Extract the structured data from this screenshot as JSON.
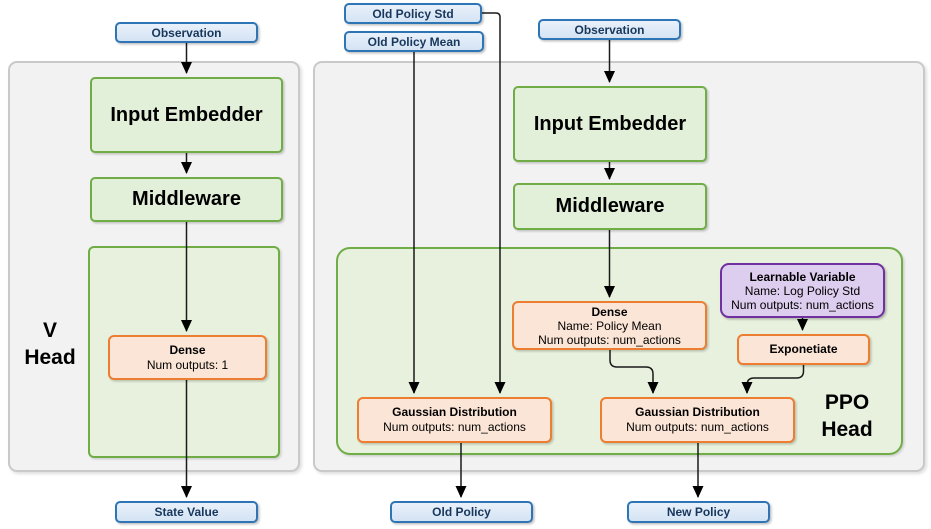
{
  "palette": {
    "io_border": "#2E75B6",
    "io_fill": "#DEEAF6",
    "io_text": "#17375D",
    "stage_border": "#70AD47",
    "stage_fill": "#E2EFD9",
    "op_border": "#ED7D31",
    "op_fill": "#FBE5D6",
    "variable_border": "#7030A0",
    "variable_fill": "#DDCDEE",
    "panel_fill": "#F2F2F2",
    "panel_border": "#C9C9C9",
    "arrow": "#000000"
  },
  "v_network": {
    "head_label": "V\nHead",
    "inputs": {
      "observation": "Observation"
    },
    "blocks": {
      "input_embedder": "Input Embedder",
      "middleware": "Middleware"
    },
    "dense": {
      "title": "Dense",
      "num_outputs": "Num outputs: 1"
    },
    "outputs": {
      "state_value": "State Value"
    }
  },
  "ppo_network": {
    "head_label": "PPO\nHead",
    "inputs": {
      "old_policy_std": "Old Policy Std",
      "old_policy_mean": "Old Policy Mean",
      "observation": "Observation"
    },
    "blocks": {
      "input_embedder": "Input Embedder",
      "middleware": "Middleware"
    },
    "dense": {
      "title": "Dense",
      "name": "Name: Policy Mean",
      "num_outputs": "Num outputs: num_actions"
    },
    "learnable_variable": {
      "title": "Learnable Variable",
      "name": "Name: Log Policy Std",
      "num_outputs": "Num outputs: num_actions"
    },
    "exponetiate": {
      "title": "Exponetiate"
    },
    "gaussian_old": {
      "title": "Gaussian Distribution",
      "num_outputs": "Num outputs: num_actions"
    },
    "gaussian_new": {
      "title": "Gaussian Distribution",
      "num_outputs": "Num outputs: num_actions"
    },
    "outputs": {
      "old_policy": "Old Policy",
      "new_policy": "New Policy"
    }
  }
}
